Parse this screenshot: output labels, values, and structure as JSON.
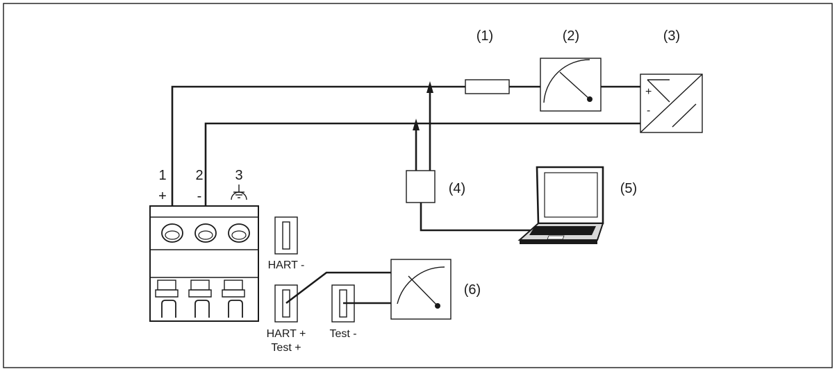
{
  "components": {
    "resistor": "(1)",
    "meter": "(2)",
    "power_supply": "(3)",
    "hart_modem": "(4)",
    "laptop": "(5)",
    "test_meter": "(6)"
  },
  "power_supply_polarity": {
    "plus": "+",
    "minus": "-"
  },
  "terminals": {
    "t1_number": "1",
    "t1_sign": "+",
    "t2_number": "2",
    "t2_sign": "-",
    "t3_number": "3"
  },
  "sockets": {
    "hart_minus": "HART -",
    "hart_plus": "HART +",
    "test_plus": "Test +",
    "test_minus": "Test -"
  },
  "icons": [
    "ground-icon",
    "analog-meter-icon",
    "laptop-icon",
    "arrow-icon"
  ]
}
